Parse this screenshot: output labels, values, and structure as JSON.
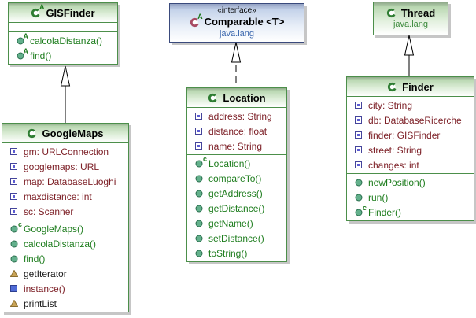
{
  "diagram": {
    "kind": "uml-class-diagram",
    "background": "#ffffff"
  },
  "colors": {
    "class_border_green": "#4c8f4a",
    "interface_border_blue": "#3a4a7c",
    "field_text_maroon": "#7d2027",
    "method_text_green": "#1e7d1e",
    "inherited_text_black": "#1a1a1a",
    "package_text_green": "#3c8a3c",
    "package_text_blue": "#3a66ad",
    "shadow_gray": "#c6c6c6"
  },
  "classes": {
    "gisfinder": {
      "name": "GISFinder",
      "icon": "abstract-class-icon",
      "fields": [],
      "methods": [
        {
          "label": "calcolaDistanza()",
          "icon": "abstract-method",
          "style": "green"
        },
        {
          "label": "find()",
          "icon": "abstract-method",
          "style": "green"
        }
      ]
    },
    "comparable": {
      "stereotype": "«interface»",
      "name": "Comparable <T>",
      "package": "java.lang",
      "icon": "interface-icon"
    },
    "thread": {
      "name": "Thread",
      "package": "java.lang",
      "icon": "class-icon"
    },
    "googlemaps": {
      "name": "GoogleMaps",
      "icon": "class-icon",
      "fields": [
        {
          "label": "gm: URLConnection",
          "icon": "field",
          "style": "maroon"
        },
        {
          "label": "googlemaps: URL",
          "icon": "field",
          "style": "maroon"
        },
        {
          "label": "map: DatabaseLuoghi",
          "icon": "field",
          "style": "maroon"
        },
        {
          "label": "maxdistance: int",
          "icon": "field",
          "style": "maroon"
        },
        {
          "label": "sc: Scanner",
          "icon": "field",
          "style": "maroon"
        }
      ],
      "methods": [
        {
          "label": "GoogleMaps()",
          "icon": "constructor",
          "style": "green"
        },
        {
          "label": "calcolaDistanza()",
          "icon": "method",
          "style": "green"
        },
        {
          "label": "find()",
          "icon": "method",
          "style": "green"
        },
        {
          "label": "getIterator",
          "icon": "inherited",
          "style": "black"
        },
        {
          "label": "instance()",
          "icon": "static-method",
          "style": "maroon"
        },
        {
          "label": "printList",
          "icon": "inherited",
          "style": "black"
        }
      ]
    },
    "location": {
      "name": "Location",
      "icon": "class-icon",
      "fields": [
        {
          "label": "address: String",
          "icon": "field",
          "style": "maroon"
        },
        {
          "label": "distance: float",
          "icon": "field",
          "style": "maroon"
        },
        {
          "label": "name: String",
          "icon": "field",
          "style": "maroon"
        }
      ],
      "methods": [
        {
          "label": "Location()",
          "icon": "constructor",
          "style": "green"
        },
        {
          "label": "compareTo()",
          "icon": "method",
          "style": "green"
        },
        {
          "label": "getAddress()",
          "icon": "method",
          "style": "green"
        },
        {
          "label": "getDistance()",
          "icon": "method",
          "style": "green"
        },
        {
          "label": "getName()",
          "icon": "method",
          "style": "green"
        },
        {
          "label": "setDistance()",
          "icon": "method",
          "style": "green"
        },
        {
          "label": "toString()",
          "icon": "method",
          "style": "green"
        }
      ]
    },
    "finder": {
      "name": "Finder",
      "icon": "class-icon",
      "fields": [
        {
          "label": "city: String",
          "icon": "field",
          "style": "maroon"
        },
        {
          "label": "db: DatabaseRicerche",
          "icon": "field",
          "style": "maroon"
        },
        {
          "label": "finder: GISFinder",
          "icon": "field",
          "style": "maroon"
        },
        {
          "label": "street: String",
          "icon": "field",
          "style": "maroon"
        },
        {
          "label": "changes: int",
          "icon": "field",
          "style": "maroon"
        }
      ],
      "methods": [
        {
          "label": "newPosition()",
          "icon": "method",
          "style": "green"
        },
        {
          "label": "run()",
          "icon": "method",
          "style": "green"
        },
        {
          "label": "Finder()",
          "icon": "constructor",
          "style": "green"
        }
      ]
    }
  },
  "relations": [
    {
      "from": "GoogleMaps",
      "to": "GISFinder",
      "type": "extends",
      "line": "solid"
    },
    {
      "from": "Location",
      "to": "Comparable",
      "type": "implements",
      "line": "dashed"
    },
    {
      "from": "Finder",
      "to": "Thread",
      "type": "extends",
      "line": "solid"
    }
  ]
}
